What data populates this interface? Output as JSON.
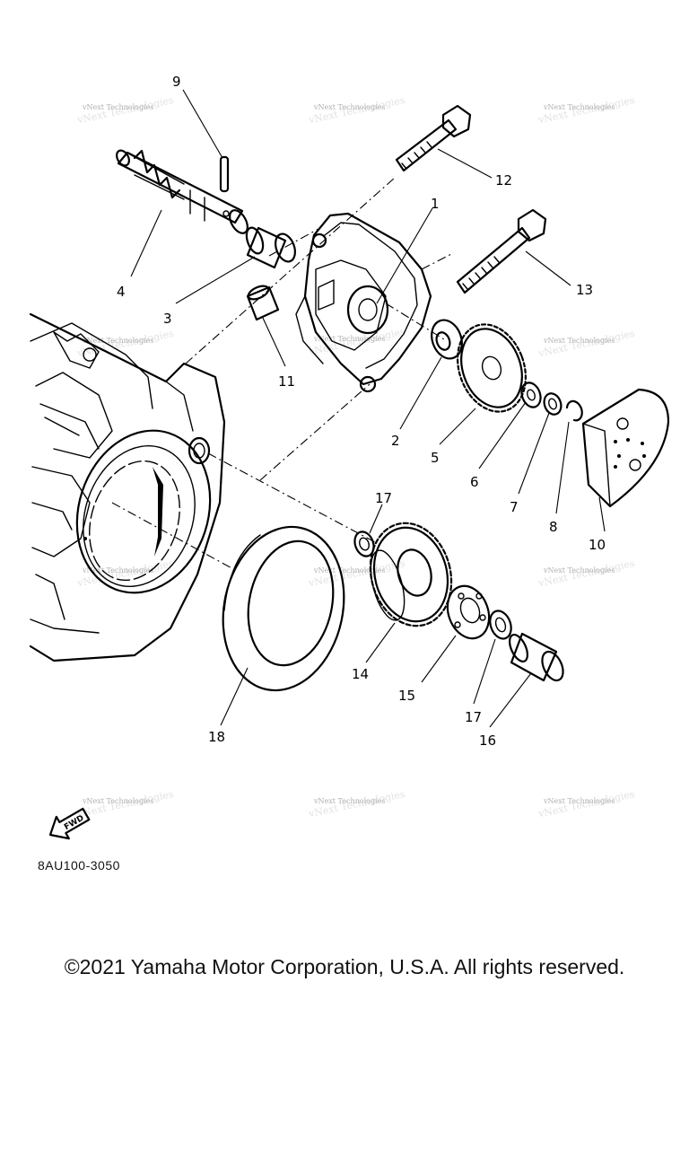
{
  "diagram": {
    "callouts": [
      {
        "id": "c1",
        "label": "1"
      },
      {
        "id": "c2",
        "label": "2"
      },
      {
        "id": "c3",
        "label": "3"
      },
      {
        "id": "c4",
        "label": "4"
      },
      {
        "id": "c5",
        "label": "5"
      },
      {
        "id": "c6",
        "label": "6"
      },
      {
        "id": "c7",
        "label": "7"
      },
      {
        "id": "c8",
        "label": "8"
      },
      {
        "id": "c9",
        "label": "9"
      },
      {
        "id": "c10",
        "label": "10"
      },
      {
        "id": "c11",
        "label": "11"
      },
      {
        "id": "c12",
        "label": "12"
      },
      {
        "id": "c13",
        "label": "13"
      },
      {
        "id": "c14",
        "label": "14"
      },
      {
        "id": "c15",
        "label": "15"
      },
      {
        "id": "c16",
        "label": "16"
      },
      {
        "id": "c17a",
        "label": "17"
      },
      {
        "id": "c17b",
        "label": "17"
      },
      {
        "id": "c18",
        "label": "18"
      }
    ],
    "watermark_text": "vNext Technologies",
    "fwd_label": "FWD",
    "diagram_code": "8AU100-3050"
  },
  "footer": {
    "copyright": "©2021 Yamaha Motor Corporation, U.S.A. All rights reserved."
  }
}
